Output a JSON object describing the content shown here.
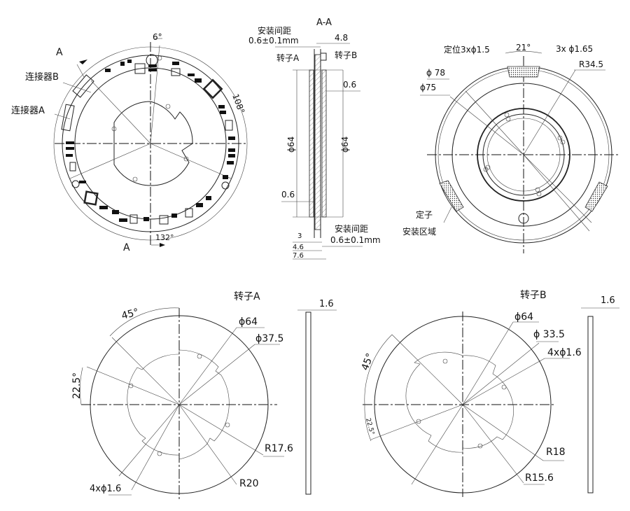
{
  "view_pcb": {
    "section_mark_top": "A",
    "section_mark_bottom": "A",
    "connector_b": "连接器B",
    "connector_a": "连接器A",
    "angle_6": "6°",
    "angle_108": "108°",
    "angle_132": "132°"
  },
  "section_view": {
    "title": "A-A",
    "gap_top_label": "安装间距",
    "gap_top_value": "0.6±0.1mm",
    "dim_4_8": "4.8",
    "rotor_a": "转子A",
    "rotor_b": "转子B",
    "dim_0_6_right": "0.6",
    "dia_left": "ϕ64",
    "dia_right": "ϕ64",
    "dim_0_6_left": "0.6",
    "dim_3": "3",
    "dim_4_6": "4.6",
    "dim_7_6": "7.6",
    "gap_bottom_label": "安装间距",
    "gap_bottom_value": "0.6±0.1mm"
  },
  "stator_view": {
    "locating_holes": "定位3xϕ1.5",
    "angle_21": "21°",
    "holes_1_65": "3x ϕ1.65",
    "r_34_5": "R34.5",
    "dia_78": "ϕ 78",
    "dia_75": "ϕ75",
    "stator_zone_line1": "定子",
    "stator_zone_line2": "安装区域"
  },
  "rotor_a": {
    "title": "转子A",
    "thickness": "1.6",
    "angle_45": "45°",
    "angle_22_5": "22.5°",
    "dia_64": "ϕ64",
    "dia_37_5": "ϕ37.5",
    "r_17_6": "R17.6",
    "r_20": "R20",
    "holes": "4xϕ1.6"
  },
  "rotor_b": {
    "title": "转子B",
    "thickness": "1.6",
    "angle_45": "45°",
    "angle_22_5": "22.5°",
    "dia_64": "ϕ64",
    "dia_33_5": "ϕ 33.5",
    "holes": "4xϕ1.6",
    "r_18": "R18",
    "r_15_6": "R15.6"
  }
}
